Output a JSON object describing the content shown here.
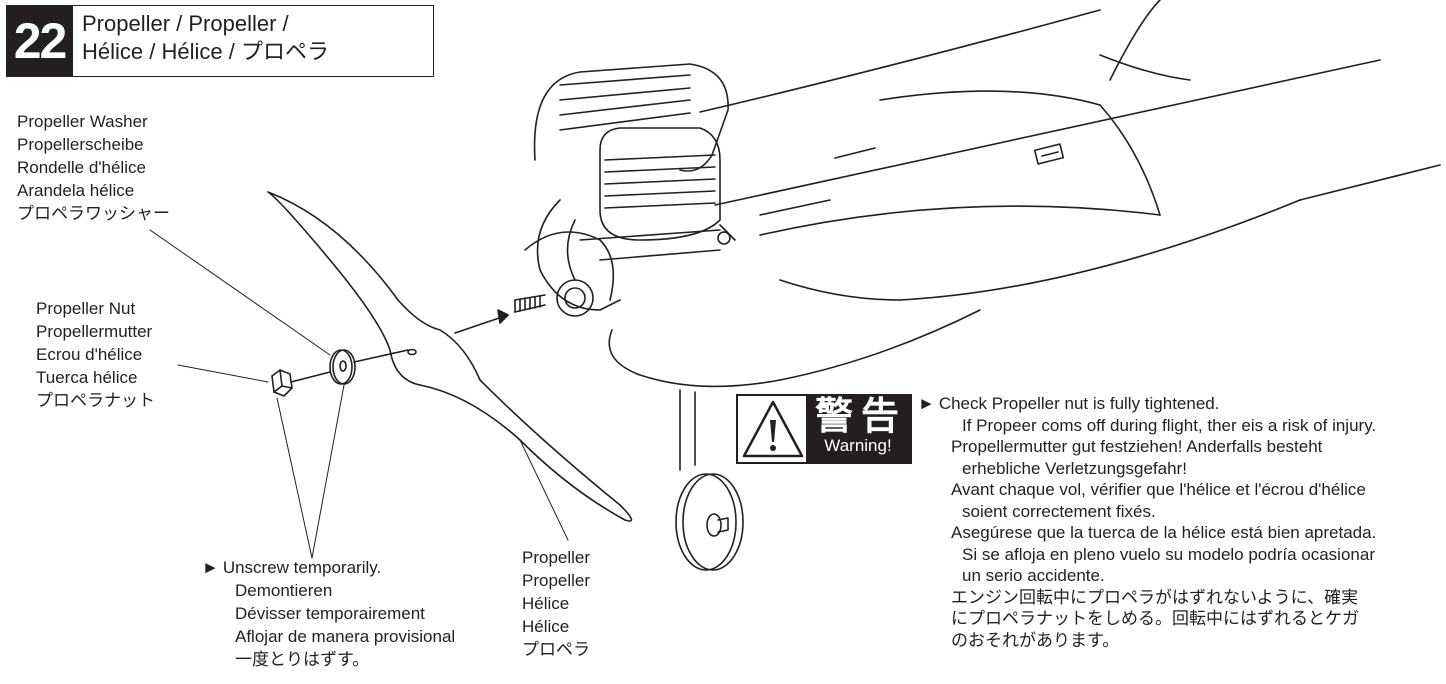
{
  "step": {
    "number": "22",
    "title_line1": "Propeller / Propeller /",
    "title_line2": "Hélice / Hélice / プロペラ"
  },
  "labels": {
    "washer": [
      "Propeller Washer",
      "Propellerscheibe",
      "Rondelle d'hélice",
      "Arandela hélice",
      "プロペラワッシャー"
    ],
    "nut": [
      "Propeller Nut",
      "Propellermutter",
      "Ecrou d'hélice",
      "Tuerca hélice",
      "プロペラナット"
    ],
    "propeller": [
      "Propeller",
      "Propeller",
      "Hélice",
      "Hélice",
      "プロペラ"
    ]
  },
  "unscrew": {
    "marker": "►",
    "lines": [
      "Unscrew temporarily.",
      "Demontieren",
      "Dévisser temporairement",
      "Aflojar de manera provisional",
      "一度とりはずす。"
    ]
  },
  "warning": {
    "kanji": "警告",
    "word": "Warning!",
    "marker": "►",
    "lines": [
      {
        "text": "Check Propeller nut is fully tightened.",
        "indent": false
      },
      {
        "text": "If Propeer coms off during flight, ther eis a risk of injury.",
        "indent": true
      },
      {
        "text": "Propellermutter gut festziehen! Anderfalls besteht",
        "indent": false
      },
      {
        "text": "erhebliche Verletzungsgefahr!",
        "indent": true
      },
      {
        "text": "Avant chaque vol, vérifier que l'hélice et l'écrou d'hélice",
        "indent": false
      },
      {
        "text": "soient correctement fixés.",
        "indent": true
      },
      {
        "text": "Asegúrese que la tuerca de la hélice está bien apretada.",
        "indent": false
      },
      {
        "text": "Si se afloja en pleno vuelo su modelo podría ocasionar",
        "indent": true
      },
      {
        "text": "un serio accidente.",
        "indent": true
      },
      {
        "text": "エンジン回転中にプロペラがはずれないように、確実",
        "indent": false
      },
      {
        "text": "にプロペラナットをしめる。回転中にはずれるとケガ",
        "indent": false
      },
      {
        "text": "のおそれがあります。",
        "indent": false
      }
    ]
  }
}
